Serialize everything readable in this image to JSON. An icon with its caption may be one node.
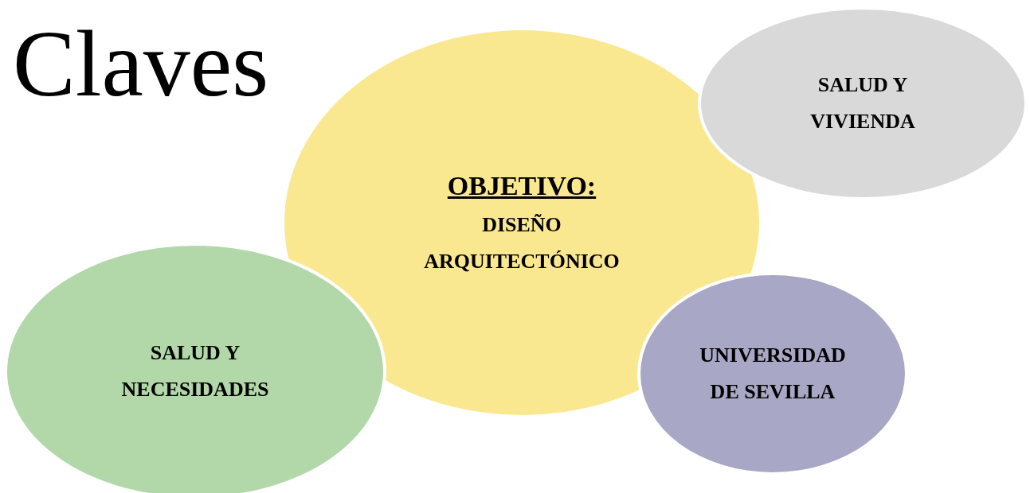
{
  "diagram": {
    "title": "Claves",
    "nodes": [
      {
        "text": [
          "OBJETIVO:",
          "DISEÑO ARQUITECTÓNICO"
        ]
      },
      {
        "text": [
          "SALUD Y VIVIENDA"
        ]
      },
      {
        "text": [
          "SALUD Y NECESIDADES"
        ]
      },
      {
        "text": [
          "UNIVERSIDAD DE SEVILLA"
        ]
      }
    ],
    "edges": []
  }
}
